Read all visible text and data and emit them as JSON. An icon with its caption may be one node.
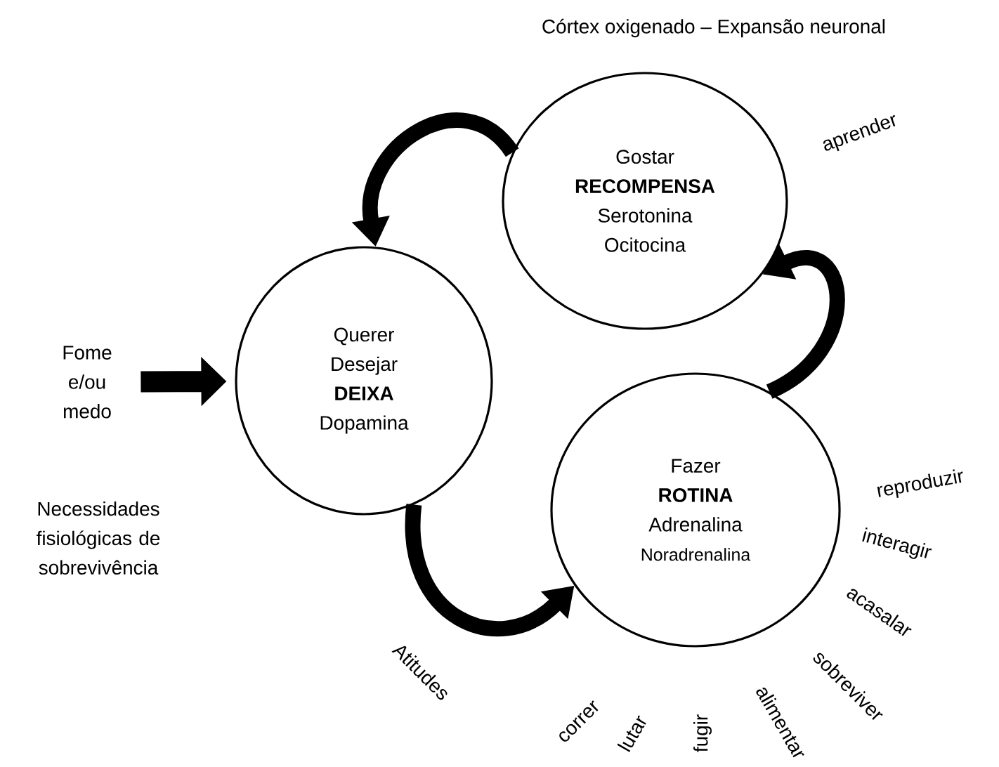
{
  "diagram": {
    "title": "Córtex  oxigenado – Expansão neuronal",
    "nodes": [
      {
        "text": [
          "Querer",
          "Desejar",
          "DEIXA",
          "Dopamina"
        ]
      },
      {
        "text": [
          "Gostar",
          "RECOMPENSA",
          "Serotonina",
          "Ocitocina"
        ]
      },
      {
        "text": [
          "Fazer",
          "ROTINA",
          "Adrenalina",
          "Noradrenalina"
        ]
      },
      {
        "text": [
          "Fome e/ou medo"
        ]
      }
    ],
    "edges": [
      {
        "from": 1,
        "to": 0,
        "arrow": "to"
      },
      {
        "from": 0,
        "to": 2,
        "arrow": "to",
        "label": "Atitudes"
      },
      {
        "from": 2,
        "to": 1,
        "arrow": "to"
      },
      {
        "from": 3,
        "to": 0,
        "arrow": "to"
      }
    ],
    "labels": [
      "aprender",
      "Necessidades fisiológicas de sobrevivência",
      "reproduzir",
      "interagir",
      "acasalar",
      "sobreviver",
      "alimentar",
      "fugir",
      "lutar",
      "correr"
    ]
  }
}
